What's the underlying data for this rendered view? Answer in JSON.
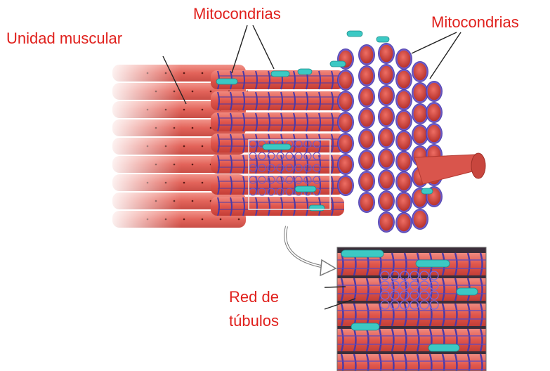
{
  "labels": {
    "unidad_muscular": "Unidad muscular",
    "mitocondrias_top": "Mitocondrias",
    "mitocondrias_right": "Mitocondrias",
    "red_de_tubulos_line1": "Red de",
    "red_de_tubulos_line2": "túbulos"
  },
  "colors": {
    "label_red": "#e0201c",
    "fiber_red": "#e05a52",
    "tubule_blue": "#4a3aa8",
    "mitochondria_cyan": "#3cc9c4"
  }
}
